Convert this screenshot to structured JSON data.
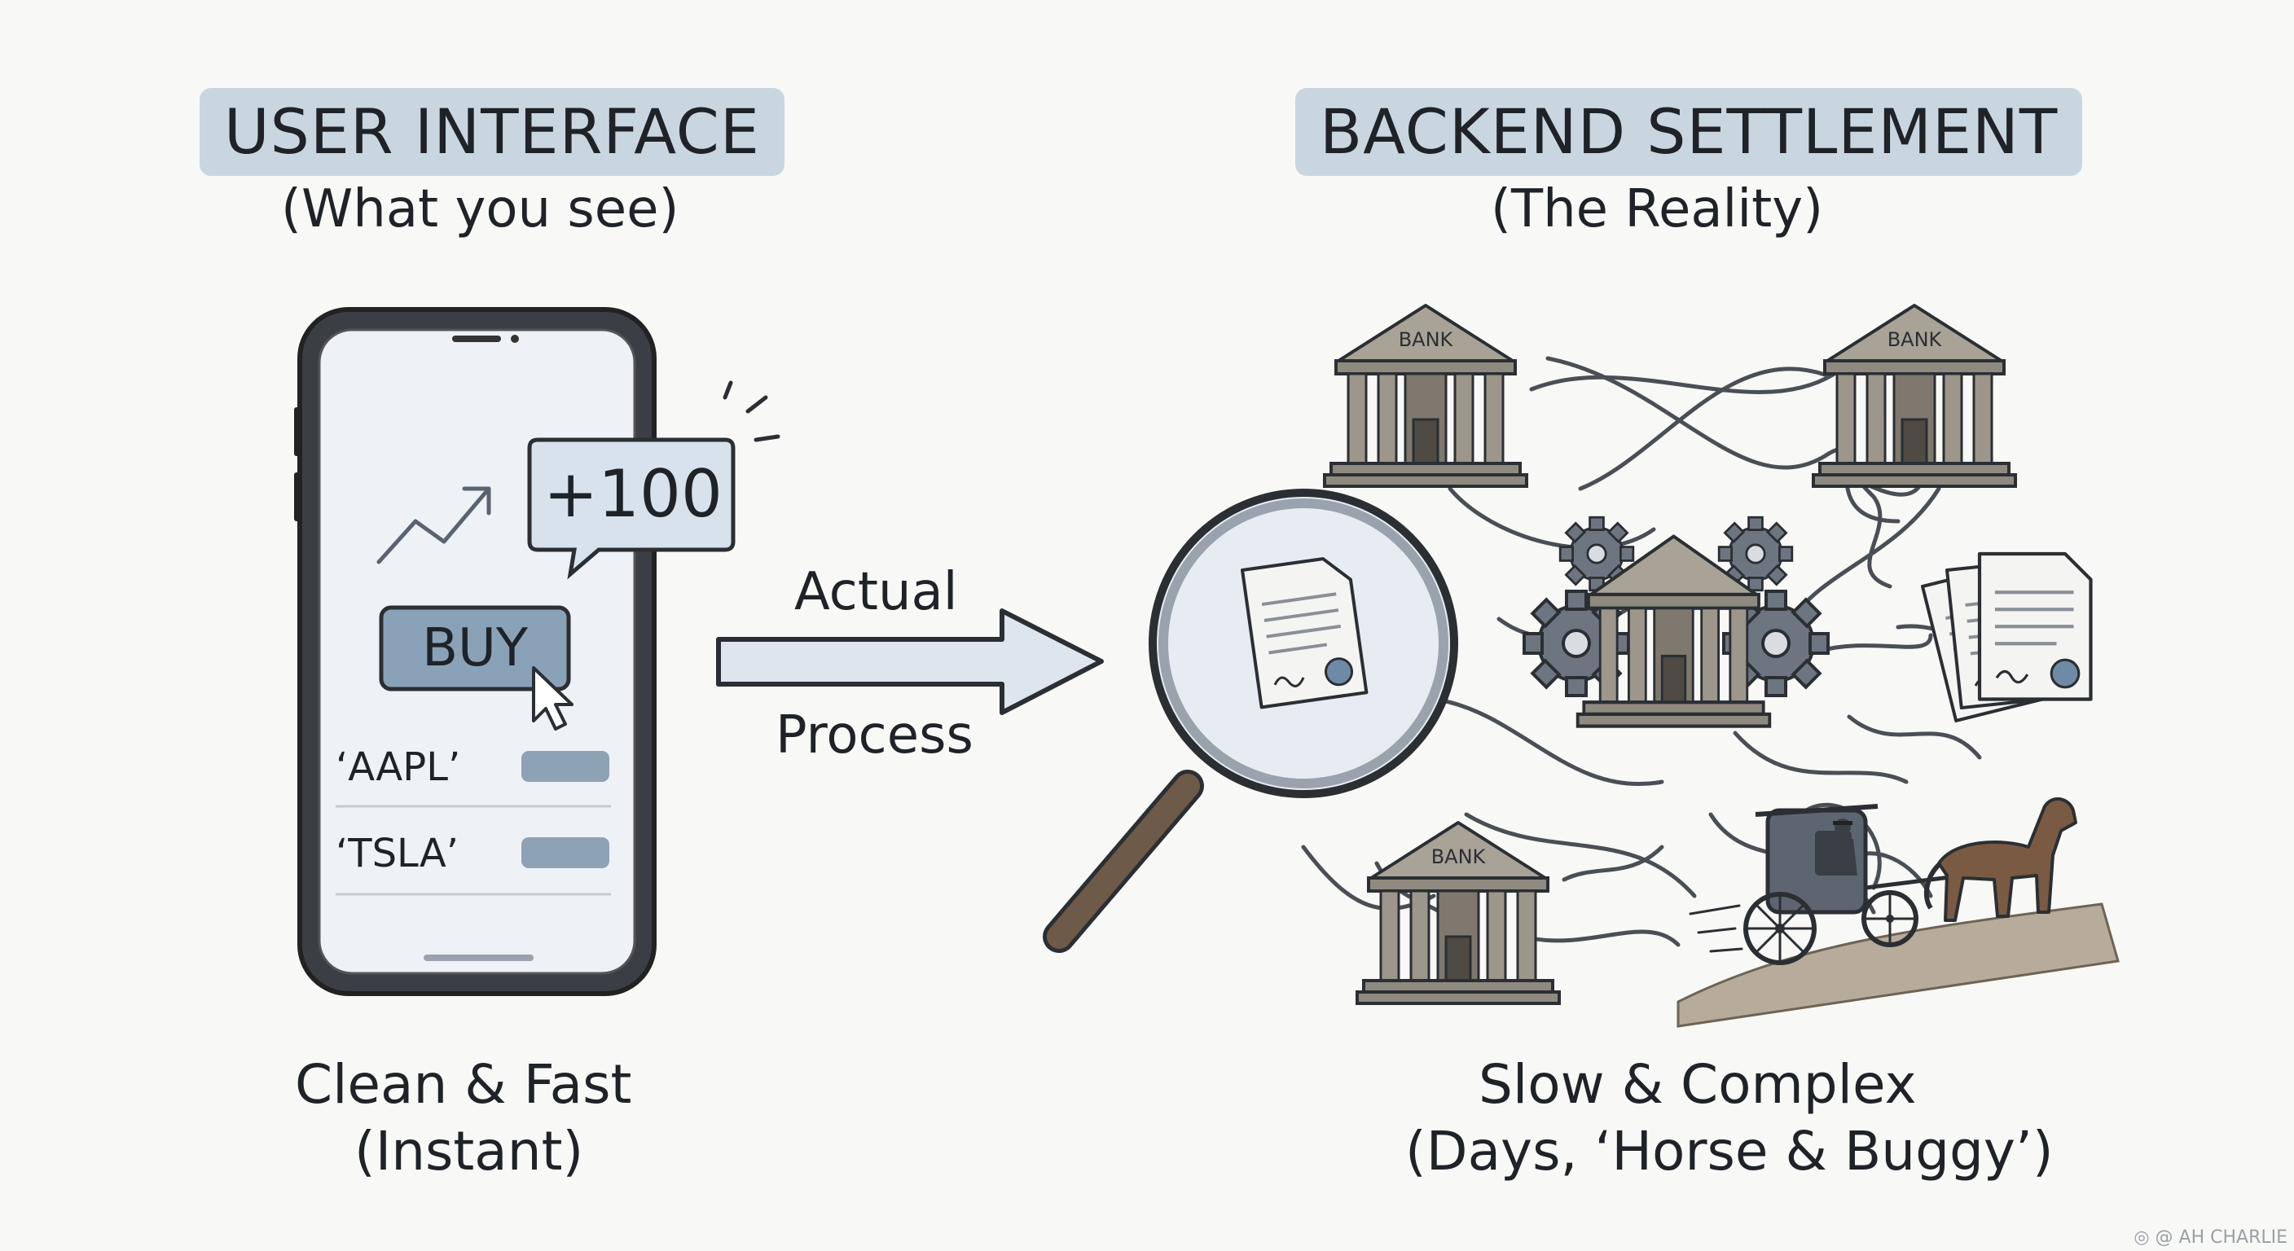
{
  "left": {
    "title": "USER INTERFACE",
    "subtitle": "(What you see)",
    "caption_line1": "Clean & Fast",
    "caption_line2": "(Instant)"
  },
  "phone": {
    "notification": "+100",
    "buy_label": "BUY",
    "tickers": [
      {
        "symbol": "‘AAPL’"
      },
      {
        "symbol": "‘TSLA’"
      }
    ]
  },
  "arrow": {
    "label_top": "Actual",
    "label_bottom": "Process"
  },
  "right": {
    "title": "BACKEND SETTLEMENT",
    "subtitle": "(The Reality)",
    "caption_line1": "Slow & Complex",
    "caption_line2": "(Days, ‘Horse & Buggy’)"
  },
  "banks": {
    "label": "BANK"
  },
  "watermark": "◎ @ AH CHARLIE",
  "colors": {
    "background": "#f8f8f6",
    "title_highlight": "#c9d6e0",
    "ink": "#2b2f33",
    "bank_stone": "#8f8a80",
    "accent_blue": "#8aa2b8"
  }
}
